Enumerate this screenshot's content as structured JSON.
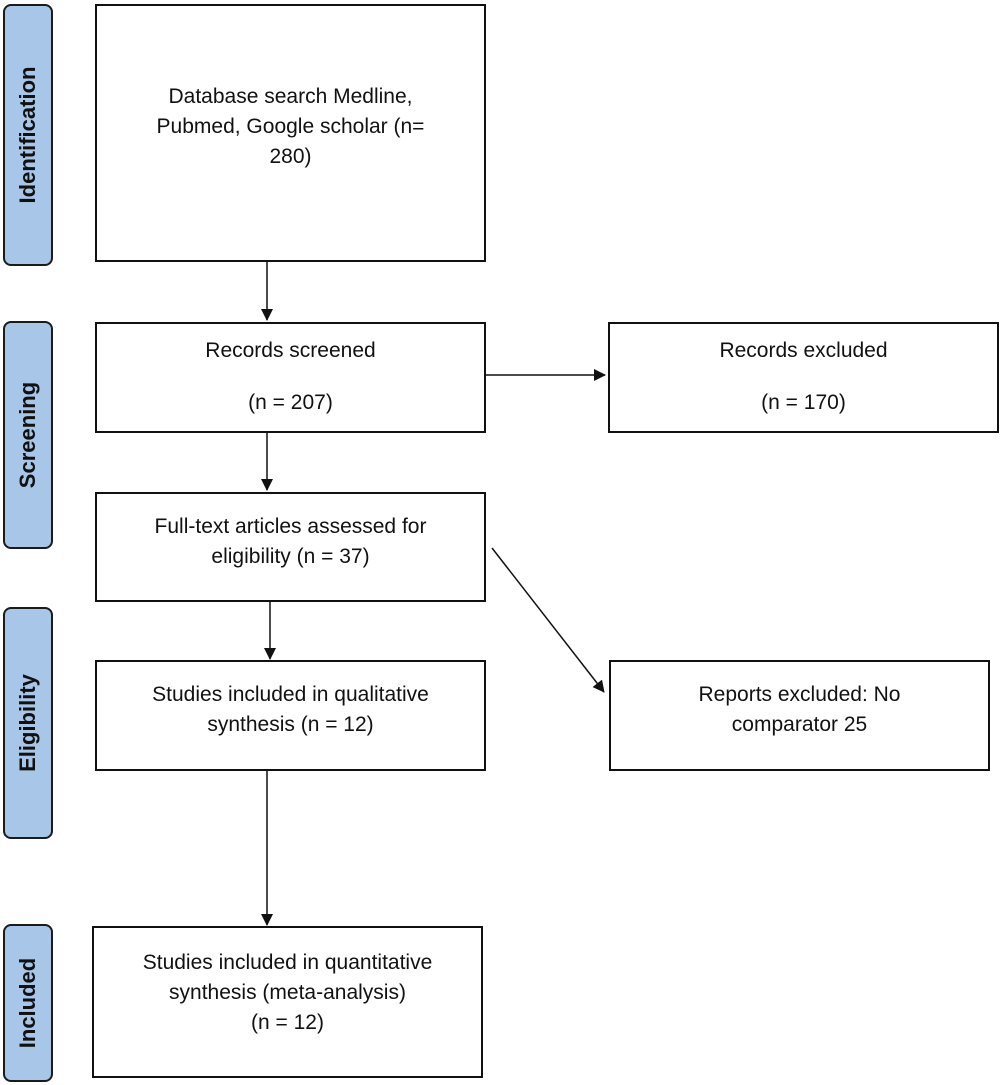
{
  "phases": {
    "identification": "Identification",
    "screening": "Screening",
    "eligibility": "Eligibility",
    "included": "Included"
  },
  "boxes": {
    "database_search": {
      "line1": "Database search Medline,",
      "line2": "Pubmed, Google scholar   (n=",
      "line3": "280)"
    },
    "records_screened": {
      "line1": "Records screened",
      "line2": "(n = 207)"
    },
    "records_excluded": {
      "line1": "Records excluded",
      "line2": "(n = 170)"
    },
    "fulltext_assessed": {
      "line1": "Full-text articles assessed for",
      "line2": "eligibility (n = 37)"
    },
    "qualitative": {
      "line1": "Studies included in qualitative",
      "line2": "synthesis (n = 12)"
    },
    "reports_excluded": {
      "line1": "Reports excluded: No",
      "line2": "comparator 25"
    },
    "quantitative": {
      "line1": "Studies included in quantitative",
      "line2": "synthesis (meta-analysis)",
      "line3": "(n = 12)"
    }
  },
  "colors": {
    "phase_fill": "#a7c6e8",
    "line": "#111111"
  }
}
